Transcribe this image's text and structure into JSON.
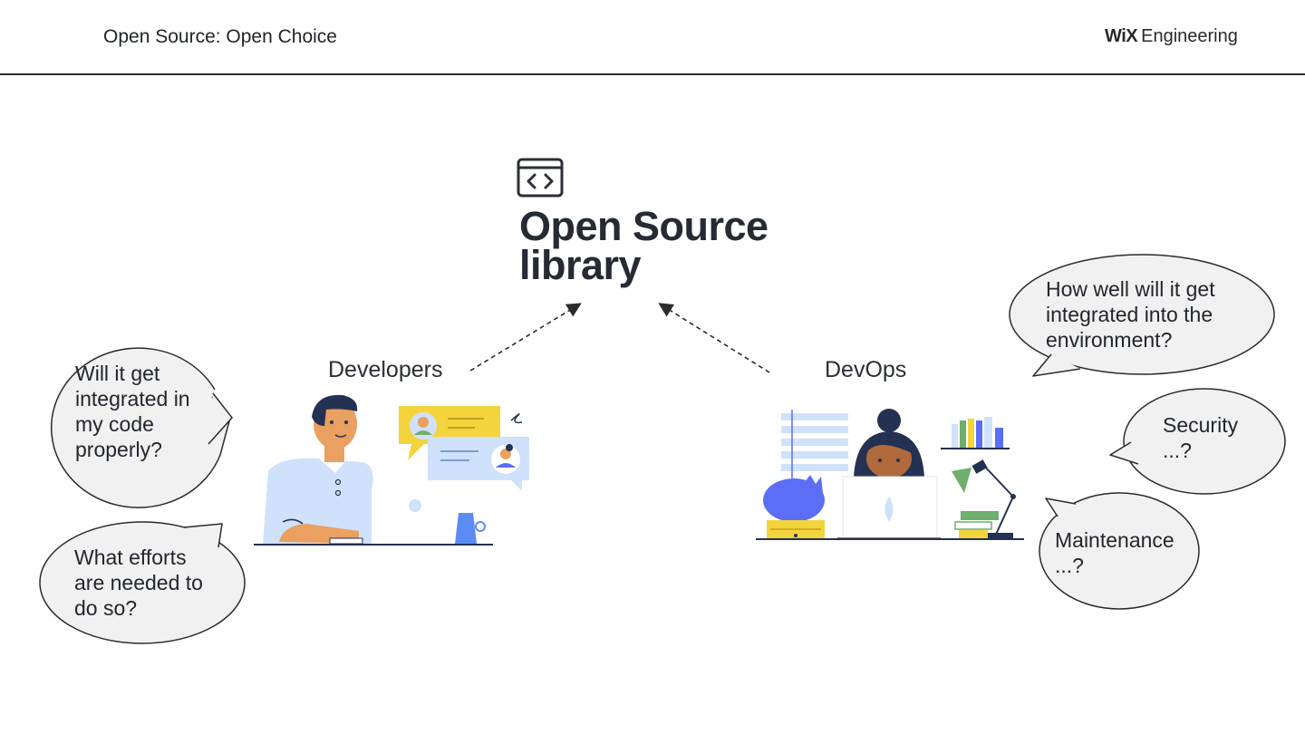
{
  "header": {
    "title": "Open Source: Open Choice",
    "logo_brand": "WiX",
    "logo_suffix": "Engineering"
  },
  "center": {
    "icon": "code-window-icon",
    "title_line1": "Open Source",
    "title_line2": "library"
  },
  "developers": {
    "label": "Developers",
    "bubbles": [
      {
        "text": "Will it get\nintegrated in\nmy code\nproperly?"
      },
      {
        "text": "What efforts\nare needed to\ndo so?"
      }
    ]
  },
  "devops": {
    "label": "DevOps",
    "bubbles": [
      {
        "text": "How well will it get\nintegrated into the\nenvironment?"
      },
      {
        "text": "Security\n...?"
      },
      {
        "text": "Maintenance\n...?"
      }
    ]
  },
  "colors": {
    "bubble_fill": "#f1f1f1",
    "bubble_stroke": "#2b2b2b",
    "accent_yellow": "#f4d43c",
    "accent_blue": "#5b6ef5",
    "skin": "#e9a060",
    "navy": "#243152"
  }
}
